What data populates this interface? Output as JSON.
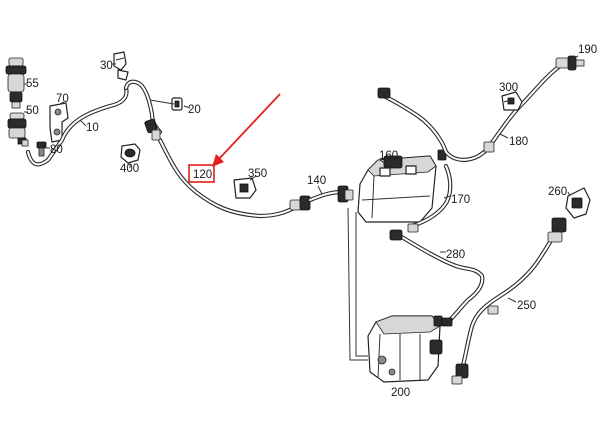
{
  "callouts": [
    {
      "id": "55",
      "label": "55"
    },
    {
      "id": "50",
      "label": "50"
    },
    {
      "id": "70",
      "label": "70"
    },
    {
      "id": "10",
      "label": "10"
    },
    {
      "id": "80",
      "label": "80"
    },
    {
      "id": "30",
      "label": "30"
    },
    {
      "id": "20",
      "label": "20"
    },
    {
      "id": "400",
      "label": "400"
    },
    {
      "id": "120",
      "label": "120"
    },
    {
      "id": "350",
      "label": "350"
    },
    {
      "id": "140",
      "label": "140"
    },
    {
      "id": "160",
      "label": "160"
    },
    {
      "id": "170",
      "label": "170"
    },
    {
      "id": "300",
      "label": "300"
    },
    {
      "id": "180",
      "label": "180"
    },
    {
      "id": "190",
      "label": "190"
    },
    {
      "id": "260",
      "label": "260"
    },
    {
      "id": "280",
      "label": "280"
    },
    {
      "id": "250",
      "label": "250"
    },
    {
      "id": "200",
      "label": "200"
    }
  ],
  "highlight": {
    "target": "120",
    "color": "#e3201b"
  },
  "colors": {
    "line": "#2a2a2a",
    "background": "#ffffff",
    "highlight": "#e3201b"
  }
}
